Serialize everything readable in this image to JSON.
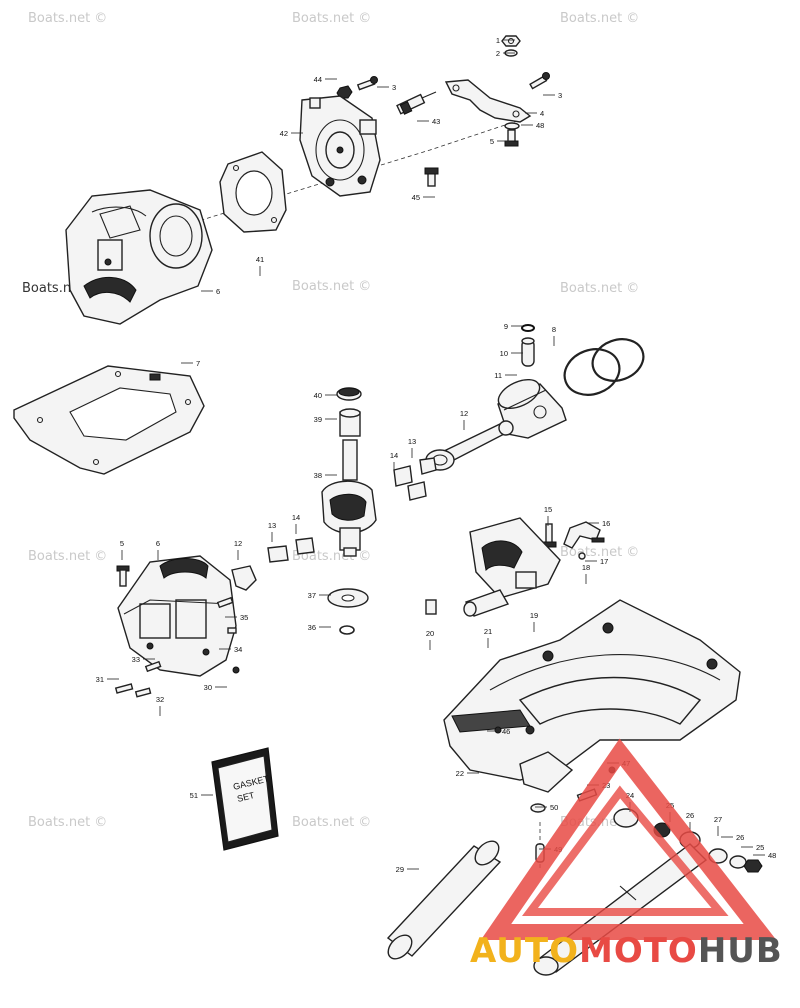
{
  "watermark": "Boats.net ©",
  "gasket_set_label": [
    "GASKET",
    "SET"
  ],
  "logo": {
    "part1": "AUTO",
    "part2": "MOTO",
    "part3": "HUB",
    "colors": {
      "auto": "#f2b21c",
      "moto": "#e84a44",
      "hub": "#555555",
      "triangle": "#e84a44"
    }
  },
  "parts": [
    {
      "id": "p1",
      "label": "1"
    },
    {
      "id": "p2",
      "label": "2"
    },
    {
      "id": "p3a",
      "label": "3"
    },
    {
      "id": "p3b",
      "label": "3"
    },
    {
      "id": "p4",
      "label": "4"
    },
    {
      "id": "p5a",
      "label": "5"
    },
    {
      "id": "p48a",
      "label": "48"
    },
    {
      "id": "p44",
      "label": "44"
    },
    {
      "id": "p42",
      "label": "42"
    },
    {
      "id": "p43",
      "label": "43"
    },
    {
      "id": "p45",
      "label": "45"
    },
    {
      "id": "p41",
      "label": "41"
    },
    {
      "id": "p6a",
      "label": "6"
    },
    {
      "id": "p7",
      "label": "7"
    },
    {
      "id": "p9",
      "label": "9"
    },
    {
      "id": "p8",
      "label": "8"
    },
    {
      "id": "p10",
      "label": "10"
    },
    {
      "id": "p11",
      "label": "11"
    },
    {
      "id": "p40",
      "label": "40"
    },
    {
      "id": "p39",
      "label": "39"
    },
    {
      "id": "p12",
      "label": "12"
    },
    {
      "id": "p13a",
      "label": "13"
    },
    {
      "id": "p14a",
      "label": "14"
    },
    {
      "id": "p38",
      "label": "38"
    },
    {
      "id": "p15",
      "label": "15"
    },
    {
      "id": "p16",
      "label": "16"
    },
    {
      "id": "p17",
      "label": "17"
    },
    {
      "id": "p18",
      "label": "18"
    },
    {
      "id": "p19",
      "label": "19"
    },
    {
      "id": "p20",
      "label": "20"
    },
    {
      "id": "p21",
      "label": "21"
    },
    {
      "id": "p5b",
      "label": "5"
    },
    {
      "id": "p6b",
      "label": "6"
    },
    {
      "id": "p12b",
      "label": "12"
    },
    {
      "id": "p13b",
      "label": "13"
    },
    {
      "id": "p14b",
      "label": "14"
    },
    {
      "id": "p37",
      "label": "37"
    },
    {
      "id": "p36",
      "label": "36"
    },
    {
      "id": "p35",
      "label": "35"
    },
    {
      "id": "p34",
      "label": "34"
    },
    {
      "id": "p33",
      "label": "33"
    },
    {
      "id": "p31",
      "label": "31"
    },
    {
      "id": "p32",
      "label": "32"
    },
    {
      "id": "p30",
      "label": "30"
    },
    {
      "id": "p46",
      "label": "46"
    },
    {
      "id": "p22",
      "label": "22"
    },
    {
      "id": "p47",
      "label": "47"
    },
    {
      "id": "p51",
      "label": "51"
    },
    {
      "id": "p23",
      "label": "23"
    },
    {
      "id": "p50",
      "label": "50"
    },
    {
      "id": "p24",
      "label": "24"
    },
    {
      "id": "p25a",
      "label": "25"
    },
    {
      "id": "p26a",
      "label": "26"
    },
    {
      "id": "p27",
      "label": "27"
    },
    {
      "id": "p26b",
      "label": "26"
    },
    {
      "id": "p25b",
      "label": "25"
    },
    {
      "id": "p48b",
      "label": "48"
    },
    {
      "id": "p49",
      "label": "49"
    },
    {
      "id": "p29",
      "label": "29"
    }
  ]
}
